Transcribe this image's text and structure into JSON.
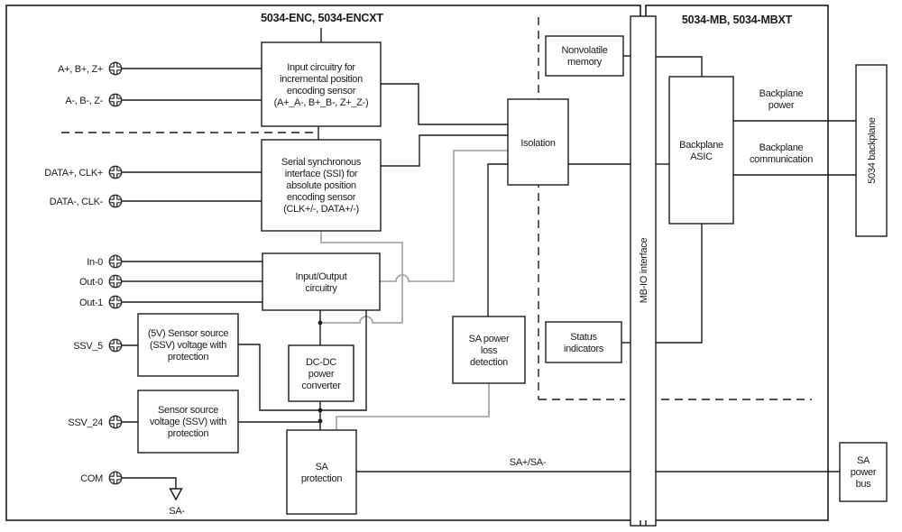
{
  "titles": {
    "left_module": "5034-ENC, 5034-ENCXT",
    "right_module": "5034-MB, 5034-MBXT"
  },
  "terminals": [
    {
      "label": "A+, B+, Z+"
    },
    {
      "label": "A-, B-, Z-"
    },
    {
      "label": "DATA+, CLK+"
    },
    {
      "label": "DATA-, CLK-"
    },
    {
      "label": "In-0"
    },
    {
      "label": "Out-0"
    },
    {
      "label": "Out-1"
    },
    {
      "label": "SSV_5"
    },
    {
      "label": "SSV_24"
    },
    {
      "label": "COM"
    }
  ],
  "blocks": {
    "input_circuitry": {
      "lines": [
        "Input circuitry for",
        "incremental position",
        "encoding sensor",
        "(A+_A-, B+_B-, Z+_Z-)"
      ]
    },
    "ssi": {
      "lines": [
        "Serial synchronous",
        "interface (SSI) for",
        "absolute position",
        "encoding sensor",
        "(CLK+/-, DATA+/-)"
      ]
    },
    "io_circuitry": {
      "lines": [
        "Input/Output",
        "circuitry"
      ]
    },
    "ssv5": {
      "lines": [
        "(5V) Sensor source",
        "(SSV) voltage with",
        "protection"
      ]
    },
    "ssv24": {
      "lines": [
        "Sensor source",
        "voltage (SSV) with",
        "protection"
      ]
    },
    "dcdc": {
      "lines": [
        "DC-DC",
        "power",
        "converter"
      ]
    },
    "sa_protection": {
      "lines": [
        "SA",
        "protection"
      ]
    },
    "sa_power_loss": {
      "lines": [
        "SA power",
        "loss",
        "detection"
      ]
    },
    "isolation": {
      "label": "Isolation"
    },
    "nonvolatile_memory": {
      "lines": [
        "Nonvolatile",
        "memory"
      ]
    },
    "status_indicators": {
      "lines": [
        "Status",
        "indicators"
      ]
    },
    "backplane_asic": {
      "lines": [
        "Backplane",
        "ASIC"
      ]
    },
    "mb_io_interface": {
      "label": "MB-IO interface"
    },
    "backplane_5034": {
      "label": "5034 backplane"
    },
    "sa_power_bus": {
      "lines": [
        "SA",
        "power",
        "bus"
      ]
    }
  },
  "labels": {
    "backplane_power": [
      "Backplane",
      "power"
    ],
    "backplane_communication": [
      "Backplane",
      "communication"
    ],
    "sa_bus_line": "SA+/SA-",
    "sa_minus": "SA-"
  },
  "colors": {
    "wire": "#1c1c1c",
    "gray_wire": "#a9a9a9",
    "background": "#ffffff"
  }
}
